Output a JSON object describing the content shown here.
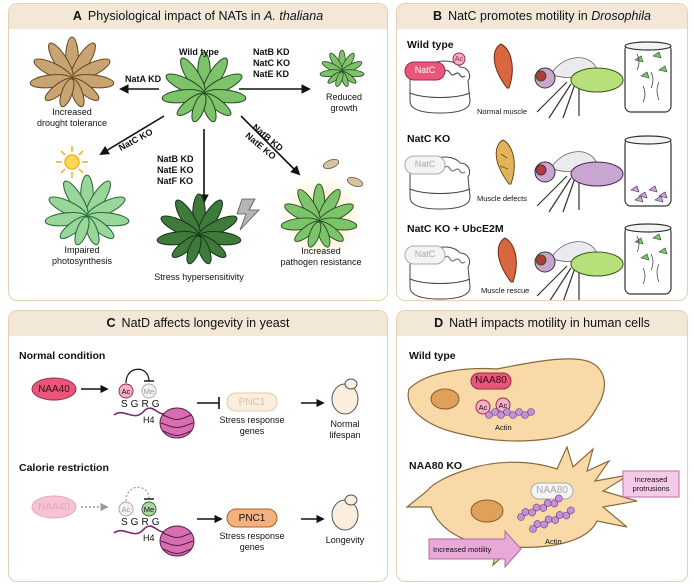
{
  "panelA": {
    "letter": "A",
    "title_prefix": "Physiological impact of NATs in ",
    "title_italic": "A. thaliana",
    "wild_type": "Wild type",
    "nata_ko": "NatA KD",
    "drought_1": "Increased",
    "drought_2": "drought tolerance",
    "natbce_1": "NatB KD",
    "natbce_2": "NatC KO",
    "natbce_3": "NatE KD",
    "reduced_1": "Reduced",
    "reduced_2": "growth",
    "natc_ko": "NatC KO",
    "photo_1": "Impaired",
    "photo_2": "photosynthesis",
    "natbef_1": "NatB KD",
    "natbef_2": "NatE KO",
    "natbef_3": "NatF KO",
    "stress": "Stress hypersensitivity",
    "natbe_1": "NatB KD",
    "natbe_2": "NatE KO",
    "patho_1": "Increased",
    "patho_2": "pathogen resistance"
  },
  "panelB": {
    "letter": "B",
    "title_prefix": "NatC promotes motility in ",
    "title_italic": "Drosophila",
    "row1_label": "Wild type",
    "row2_label": "NatC KO",
    "row3_label": "NatC KO + UbcE2M",
    "natc": "NatC",
    "ac": "Ac",
    "normal_muscle": "Normal muscle",
    "muscle_defects": "Muscle defects",
    "muscle_rescue": "Muscle rescue"
  },
  "panelC": {
    "letter": "C",
    "title": "NatD affects longevity in yeast",
    "normal_condition": "Normal condition",
    "calorie_restriction": "Calorie restriction",
    "naa40": "NAA40",
    "ac": "Ac",
    "me": "Me",
    "s": "S",
    "g1": "G",
    "r": "R",
    "g2": "G",
    "h4": "H4",
    "pnc1": "PNC1",
    "stress_1": "Stress response",
    "stress_2": "genes",
    "normal_1": "Normal",
    "normal_2": "lifespan",
    "longevity": "Longevity"
  },
  "panelD": {
    "letter": "D",
    "title": "NatH impacts motility in human cells",
    "wild_type": "Wild type",
    "naa80": "NAA80",
    "ac": "Ac",
    "actin": "Actin",
    "ko": "NAA80 KO",
    "protrusions_1": "Increased",
    "protrusions_2": "protrusions",
    "motility": "Increased motility"
  },
  "colors": {
    "panel_header": "#f3e7d8",
    "panel_border": "#e4cfb3",
    "leaf_green": "#7cc36a",
    "dry_leaf": "#c8a473",
    "dark_leaf": "#3e7a3a",
    "naa_pink": "#e9567a",
    "pnc1_orange": "#f4b07e",
    "cell_fill": "#f9d9a8",
    "actin_purple": "#c690d8",
    "arrow_pink": "#e8a8d8"
  }
}
